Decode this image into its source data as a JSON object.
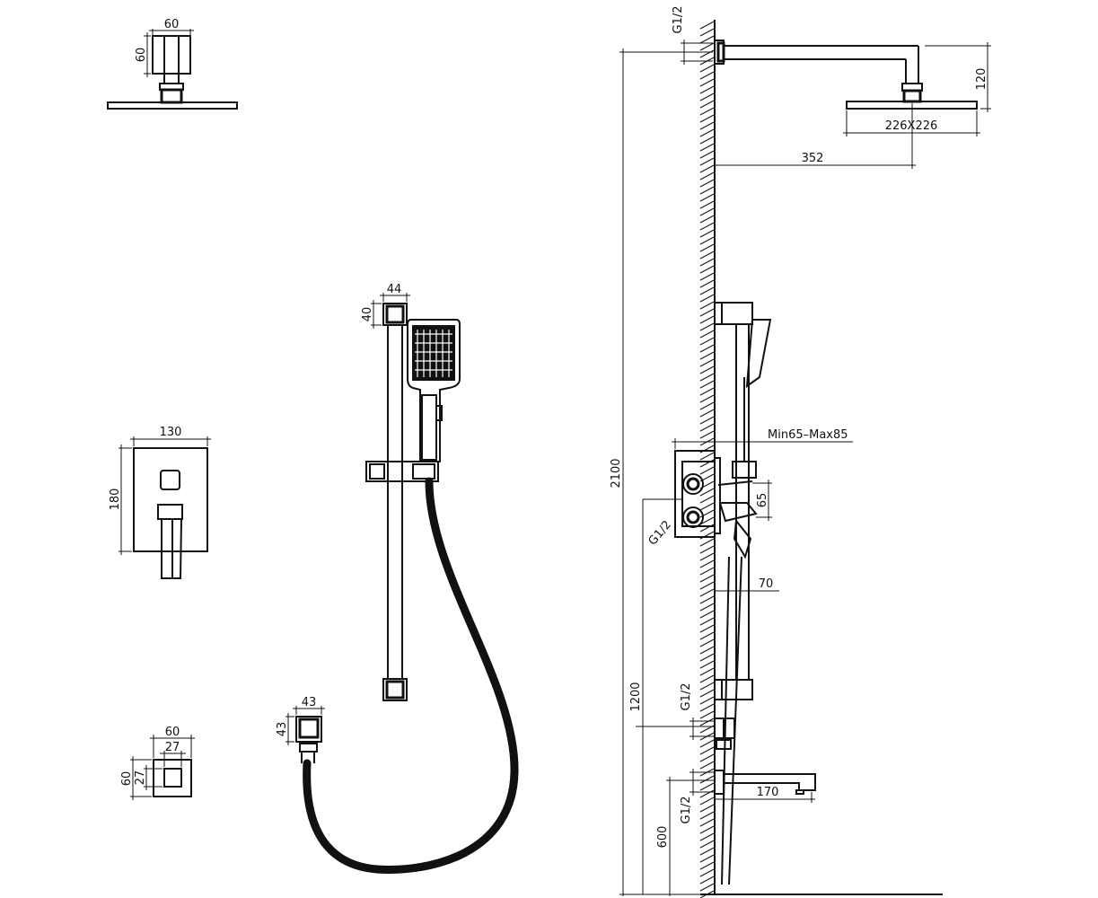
{
  "dims": {
    "head_arm_w": "60",
    "head_arm_h": "60",
    "rail_top_w": "44",
    "rail_top_h": "40",
    "valve_plate_w": "130",
    "valve_plate_h": "180",
    "outlet_w": "43",
    "outlet_h": "43",
    "spout_plate_w": "60",
    "spout_inner_w": "27",
    "spout_plate_h": "60",
    "spout_inner_h": "27",
    "thread_top": "G1/2",
    "head_drop": "120",
    "head_size": "226X226",
    "arm_length": "352",
    "valve_depth": "Min65–Max85",
    "total_height": "2100",
    "valve_spacing": "65",
    "thread_valve": "G1/2",
    "bracket_offset": "70",
    "height_outlet": "1200",
    "thread_outlet": "G1/2",
    "spout_length": "170",
    "thread_spout": "G1/2",
    "height_spout": "600"
  }
}
